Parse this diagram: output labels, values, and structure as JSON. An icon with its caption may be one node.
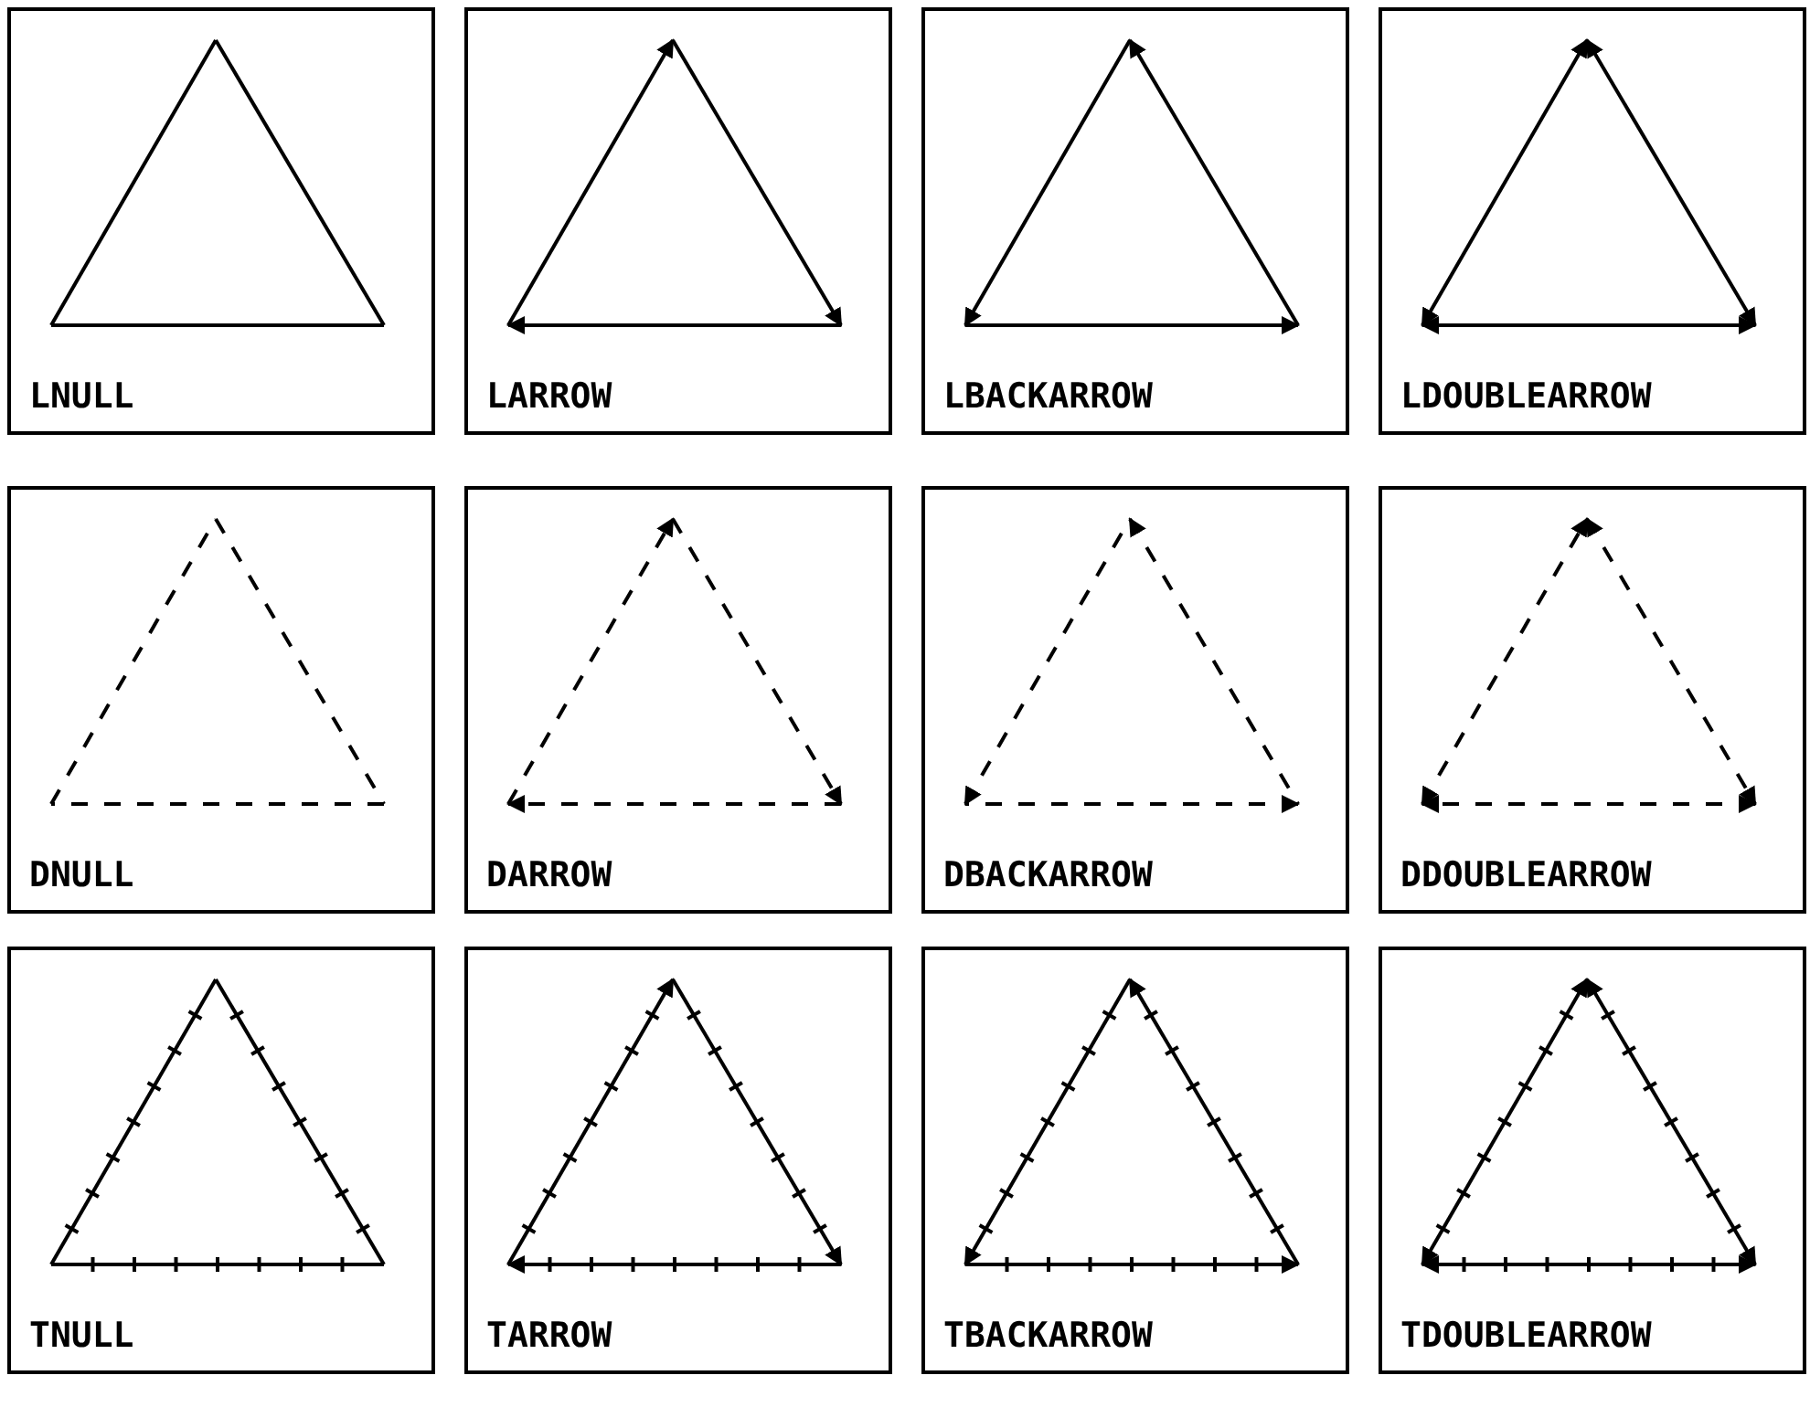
{
  "diagram": {
    "nodes": [
      {
        "text": [
          "LNULL"
        ]
      },
      {
        "text": [
          "LARROW"
        ]
      },
      {
        "text": [
          "LBACKARROW"
        ]
      },
      {
        "text": [
          "LDOUBLEARROW"
        ]
      },
      {
        "text": [
          "DNULL"
        ]
      },
      {
        "text": [
          "DARROW"
        ]
      },
      {
        "text": [
          "DBACKARROW"
        ]
      },
      {
        "text": [
          "DDOUBLEARROW"
        ]
      },
      {
        "text": [
          "TNULL"
        ]
      },
      {
        "text": [
          "TARROW"
        ]
      },
      {
        "text": [
          "TBACKARROW"
        ]
      },
      {
        "text": [
          "TDOUBLEARROW"
        ]
      }
    ]
  }
}
